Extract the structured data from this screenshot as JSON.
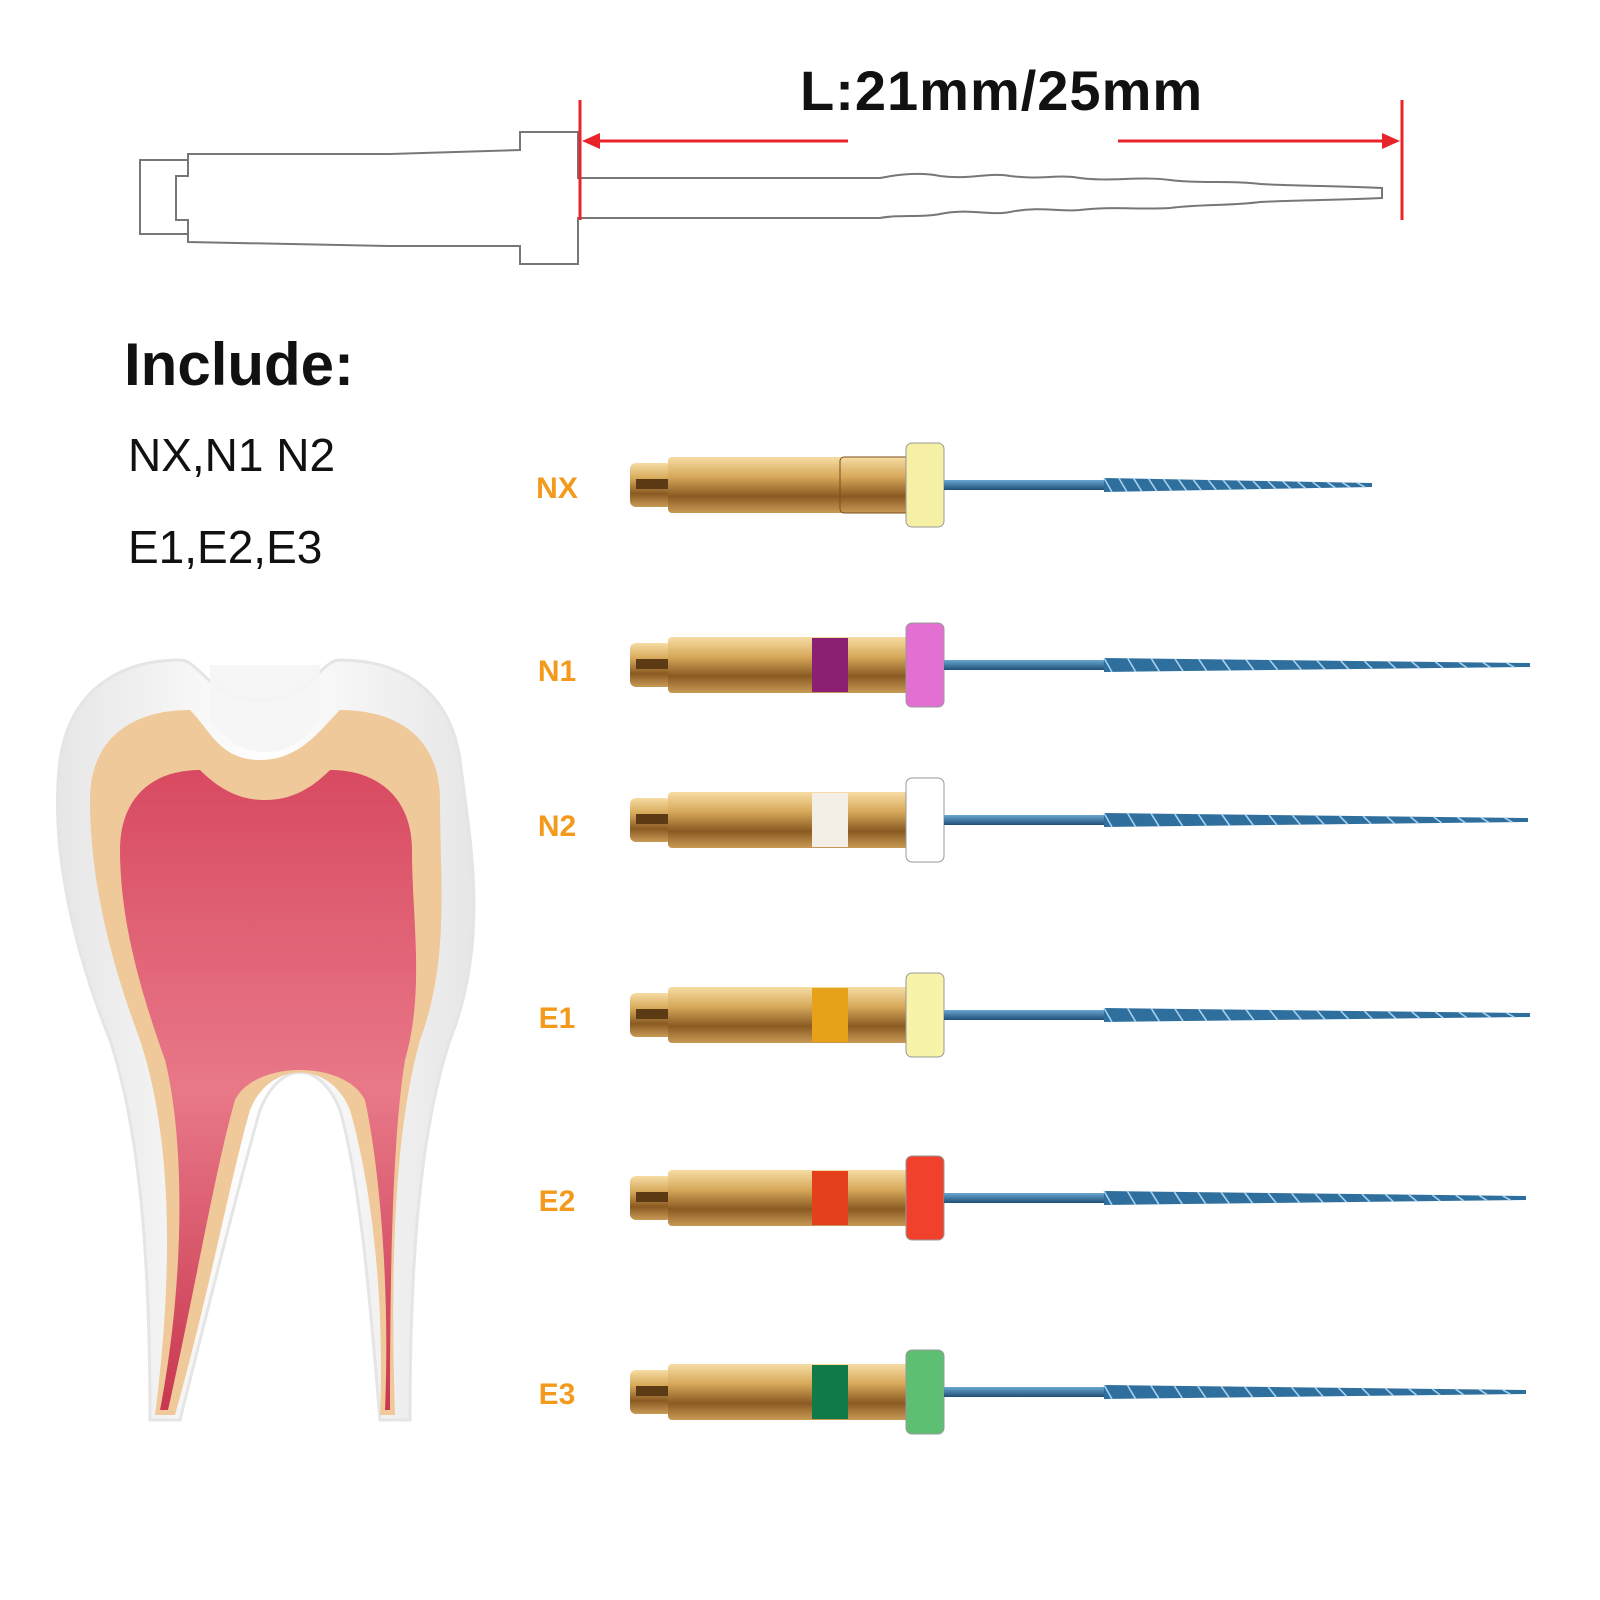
{
  "header": {
    "length_label": "L:21mm/25mm"
  },
  "include": {
    "heading": "Include:",
    "line1": "NX,N1 N2",
    "line2": "E1,E2,E3"
  },
  "colors": {
    "label_orange": "#f39a1c",
    "dimension_red": "#e8232a",
    "gold": "#c99a4e",
    "blue_file": "#2f6f9e",
    "pulp": "#d94c62",
    "dentin": "#f0c99b"
  },
  "files": [
    {
      "label": "NX",
      "stop_color": "#f6f0a4",
      "band_color": "#caa55e",
      "band": false
    },
    {
      "label": "N1",
      "stop_color": "#e36fd3",
      "band_color": "#8a1f74",
      "band": true
    },
    {
      "label": "N2",
      "stop_color": "#ffffff",
      "band_color": "#f4efe6",
      "band": true
    },
    {
      "label": "E1",
      "stop_color": "#f7f3a8",
      "band_color": "#e8a21a",
      "band": true
    },
    {
      "label": "E2",
      "stop_color": "#f1402c",
      "band_color": "#e4401c",
      "band": true
    },
    {
      "label": "E3",
      "stop_color": "#5dbf72",
      "band_color": "#107a48",
      "band": true
    }
  ]
}
